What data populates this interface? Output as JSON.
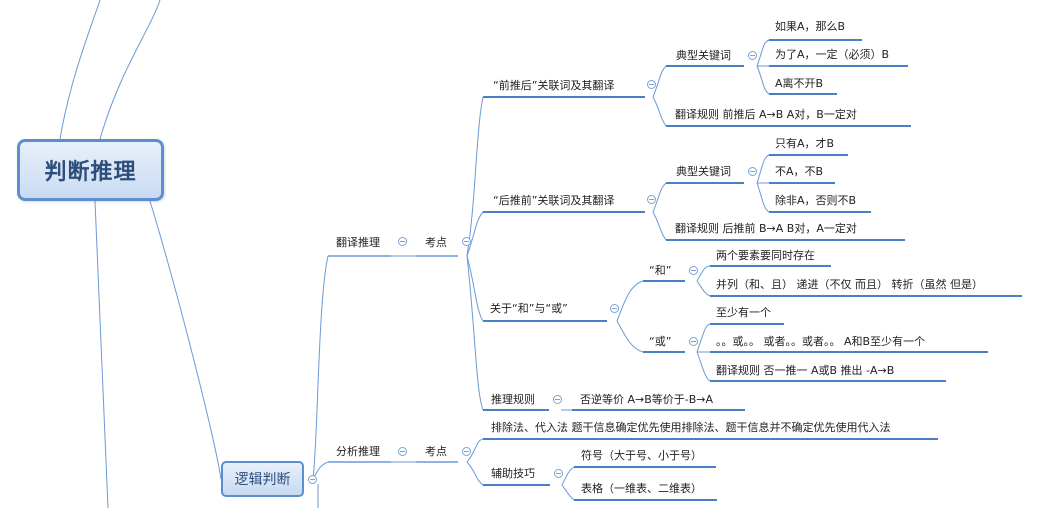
{
  "root": "判断推理",
  "branch": "逻辑判断",
  "nodes": {
    "fanyi": "翻译推理",
    "kaodian1": "考点",
    "qiantuihou": "“前推后”关联词及其翻译",
    "dianxing1": "典型关键词",
    "k1a": "如果A，那么B",
    "k1b": "为了A，一定（必须）B",
    "k1c": "A离不开B",
    "rule1": "翻译规则      前推后    A→B   A对，B一定对",
    "houtuiqian": "“后推前”关联词及其翻译",
    "dianxing2": "典型关键词",
    "k2a": "只有A，才B",
    "k2b": "不A，不B",
    "k2c": "除非A，否则不B",
    "rule2": "翻译规则    后推前   B→A      B对，A一定对",
    "heyuhuo": "关于“和”与“或”",
    "he": "“和”",
    "he1": "两个要素要同时存在",
    "he2": "并列（和、且）      递进（不仅  而且）    转折（虽然 但是）",
    "huo": "“或”",
    "huo1": "至少有一个",
    "huo2": "。。或。。      或者。。或者。。      A和B至少有一个",
    "huo3": "翻译规则      否一推一      A或B 推出 -A→B",
    "tuili": "推理规则",
    "tuili_val": "否逆等价     A→B等价于-B→A",
    "fenxi": "分析推理",
    "kaodian2": "考点",
    "paichu": "排除法、代入法      题干信息确定优先使用排除法、题干信息并不确定优先使用代入法",
    "fuzhu": "辅助技巧",
    "fuhao": "符号（大于号、小于号）",
    "biaoge": "表格（一维表、二维表）"
  }
}
